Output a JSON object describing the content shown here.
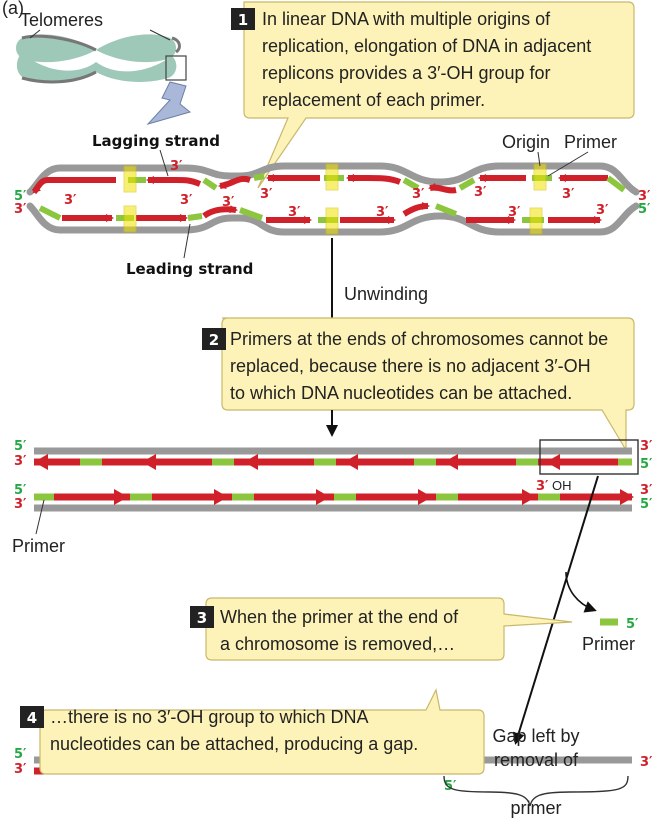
{
  "colors": {
    "template_gray": "#999999",
    "new_dna_red": "#d0202a",
    "primer_green": "#8cc63f",
    "origin_yellow": "#f2e300",
    "callout_fill": "#fdf3b8",
    "label_green": "#27a845"
  },
  "panel_letter": "(a)",
  "labels": {
    "telomeres": "Telomeres",
    "lagging_strand": "Lagging strand",
    "leading_strand": "Leading strand",
    "origin": "Origin",
    "primer": "Primer",
    "unwinding": "Unwinding",
    "primer_left": "Primer",
    "primer_removed": "Primer",
    "oh": "OH",
    "gap": [
      "Gap left by",
      "removal of",
      "primer"
    ]
  },
  "ends": {
    "five": "5′",
    "three": "3′"
  },
  "steps": [
    {
      "num": "1",
      "lines": [
        "In linear DNA with multiple origins of",
        "replication, elongation of DNA in adjacent",
        "replicons provides a 3′-OH group for",
        "replacement of each primer."
      ]
    },
    {
      "num": "2",
      "lines": [
        "Primers at the ends of chromosomes cannot be",
        "replaced, because there is no adjacent 3′-OH",
        "to which DNA nucleotides can be attached."
      ]
    },
    {
      "num": "3",
      "lines": [
        "When the primer at the end of",
        "a chromosome is removed,…"
      ]
    },
    {
      "num": "4",
      "lines": [
        "…there is no 3′-OH group to which DNA",
        "nucleotides can be attached, producing a gap."
      ]
    }
  ]
}
